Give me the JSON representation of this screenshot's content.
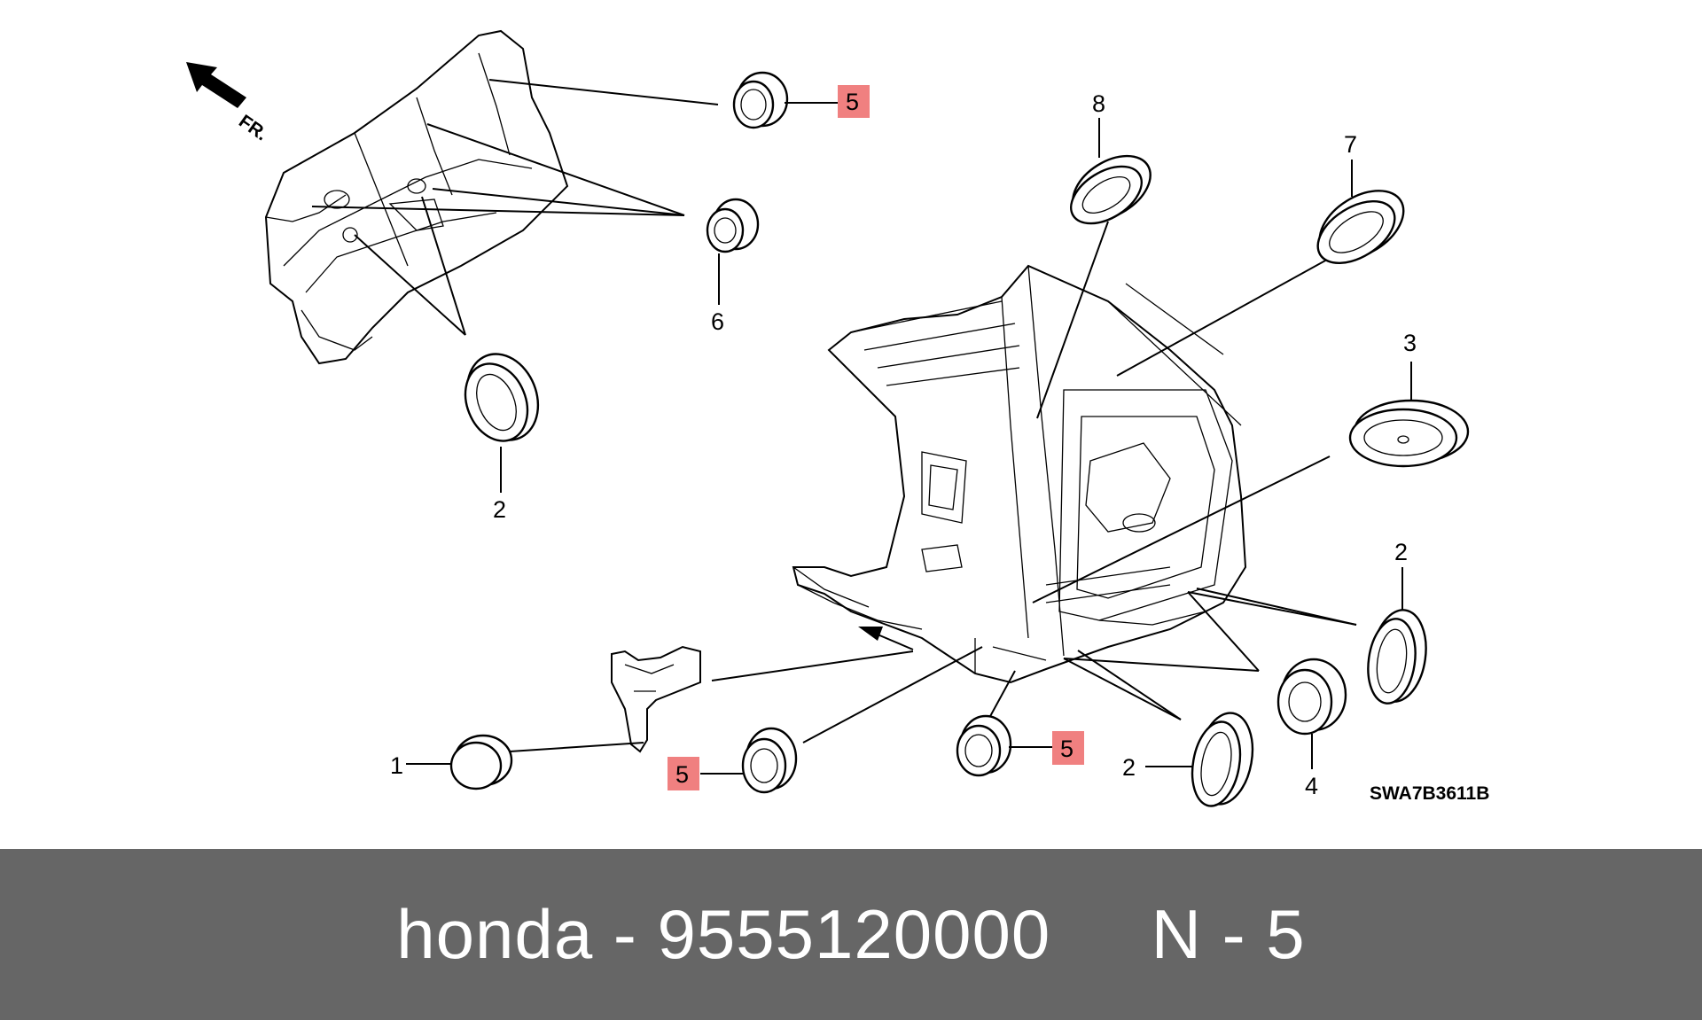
{
  "callouts": {
    "c5_top": "5",
    "c6": "6",
    "c2_left": "2",
    "c8": "8",
    "c7": "7",
    "c3": "3",
    "c2_right": "2",
    "c1": "1",
    "c5_bl": "5",
    "c5_bm": "5",
    "c2_bm": "2",
    "c4": "4"
  },
  "front_marker": "FR.",
  "diagram_code": "SWA7B3611B",
  "footer": {
    "text": "honda - 9555120000     N - 5"
  },
  "colors": {
    "highlight": "#f08080",
    "footer_bg": "#666666",
    "footer_text": "#ffffff"
  }
}
